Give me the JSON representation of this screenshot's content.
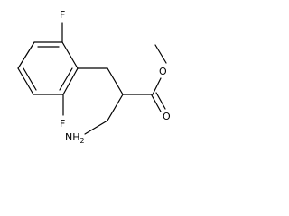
{
  "diagram": {
    "atoms": {
      "fluorine_top": "F",
      "fluorine_bottom": "F",
      "ester_oxygen": "O",
      "carbonyl_oxygen": "O",
      "amine_n": "N",
      "amine_h": "H",
      "amine_h_count": "2"
    }
  }
}
